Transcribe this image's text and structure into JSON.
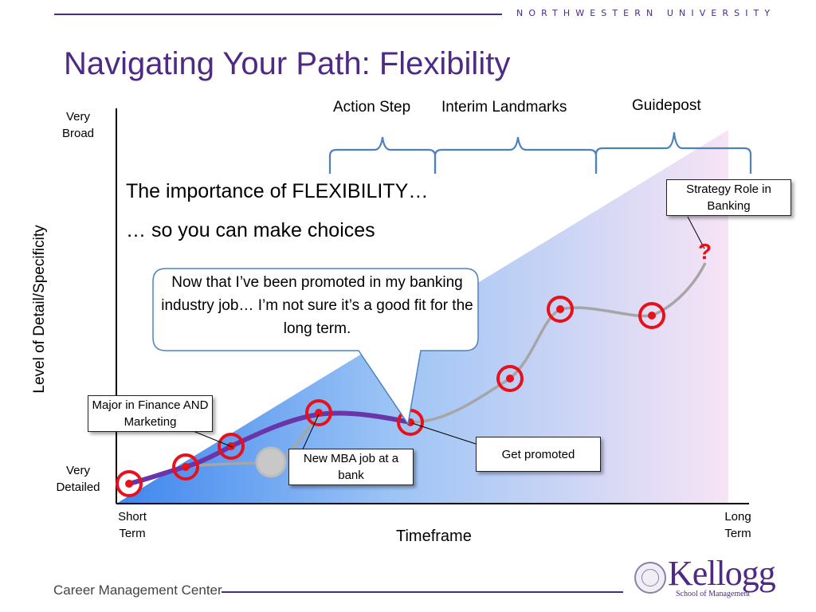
{
  "header": {
    "university": "NORTHWESTERN UNIVERSITY",
    "title": "Navigating Your Path:  Flexibility"
  },
  "axes": {
    "y_label": "Level of Detail/Specificity",
    "y_top": [
      "Very",
      "Broad"
    ],
    "y_bottom": [
      "Very",
      "Detailed"
    ],
    "x_label": "Timeframe",
    "x_left": [
      "Short",
      "Term"
    ],
    "x_right": [
      "Long",
      "Term"
    ]
  },
  "brackets": {
    "action_step": "Action Step",
    "interim_landmarks": "Interim Landmarks",
    "guidepost": "Guidepost"
  },
  "body_text": {
    "line1": "The importance of FLEXIBILITY…",
    "line2": "… so you can make choices"
  },
  "callout": {
    "text": "Now that I’ve been promoted in my banking industry job… I’m not sure it’s a good fit for the long term."
  },
  "labels": {
    "major": "Major in Finance AND Marketing",
    "mba_job": "New MBA job at a bank",
    "promoted": "Get promoted",
    "strategy": "Strategy Role in Banking",
    "question_mark": "?"
  },
  "footer": {
    "left_text": "Career Management Center",
    "logo_word": "Kellogg",
    "logo_sub": "School of Management"
  },
  "colors": {
    "brand_purple": "#4e2a84",
    "path_purple": "#6a35a8",
    "bracket_blue": "#4f81bd",
    "milestone_red": "#e8101a",
    "gradient_blue": "#3e86ee",
    "gradient_pink": "#f7e4f5"
  }
}
